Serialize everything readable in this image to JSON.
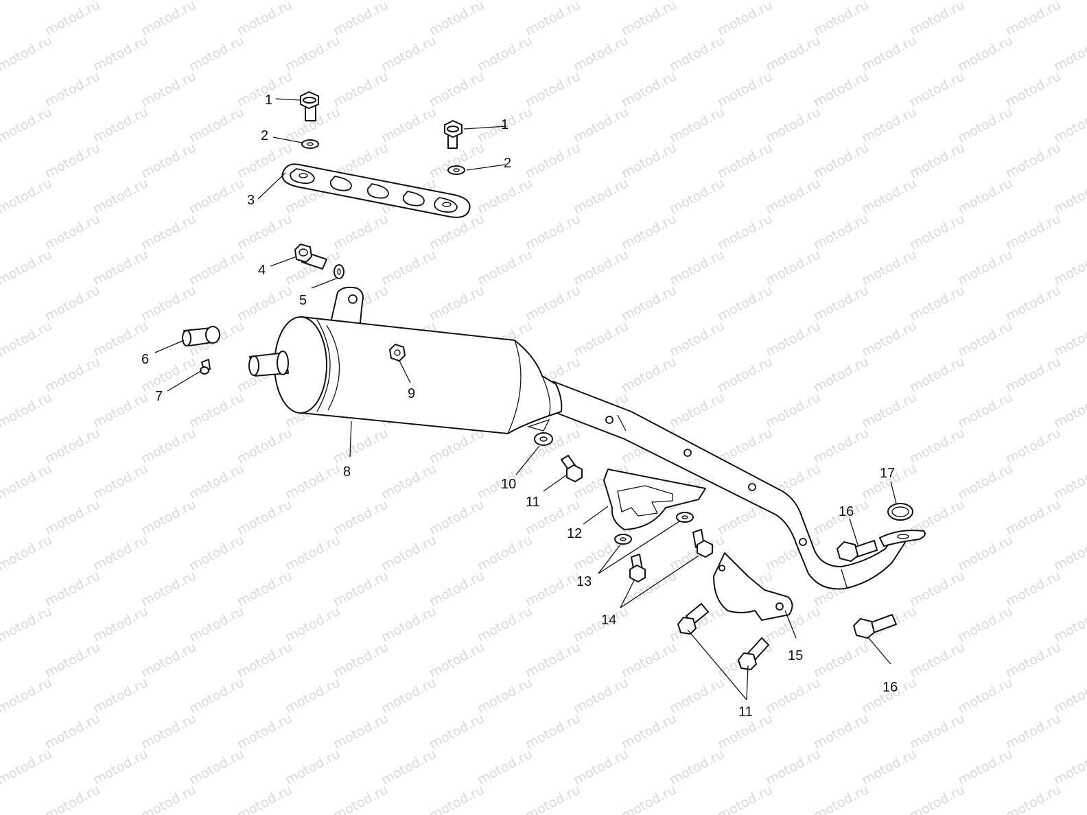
{
  "watermark": {
    "text": "motod.ru"
  },
  "callouts": [
    {
      "id": "c1a",
      "text": "1"
    },
    {
      "id": "c1b",
      "text": "1"
    },
    {
      "id": "c2a",
      "text": "2"
    },
    {
      "id": "c2b",
      "text": "2"
    },
    {
      "id": "c3",
      "text": "3"
    },
    {
      "id": "c4",
      "text": "4"
    },
    {
      "id": "c5",
      "text": "5"
    },
    {
      "id": "c6",
      "text": "6"
    },
    {
      "id": "c7",
      "text": "7"
    },
    {
      "id": "c8",
      "text": "8"
    },
    {
      "id": "c9",
      "text": "9"
    },
    {
      "id": "c10",
      "text": "10"
    },
    {
      "id": "c11a",
      "text": "11"
    },
    {
      "id": "c11b",
      "text": "11"
    },
    {
      "id": "c12",
      "text": "12"
    },
    {
      "id": "c13",
      "text": "13"
    },
    {
      "id": "c14",
      "text": "14"
    },
    {
      "id": "c15",
      "text": "15"
    },
    {
      "id": "c16a",
      "text": "16"
    },
    {
      "id": "c16b",
      "text": "16"
    },
    {
      "id": "c17",
      "text": "17"
    }
  ]
}
